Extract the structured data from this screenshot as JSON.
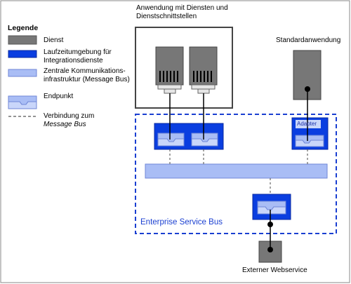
{
  "legend": {
    "title": "Legende",
    "items": [
      {
        "key": "service",
        "label": "Dienst"
      },
      {
        "key": "runtime",
        "label": "Laufzeitumgebung  für Integrationsdienste"
      },
      {
        "key": "infra",
        "label": "Zentrale Kommunikations-infrastruktur (Message Bus)"
      },
      {
        "key": "endpoint",
        "label": "Endpunkt"
      },
      {
        "key": "connection",
        "label": "Verbindung zum",
        "label_italic": "Message Bus"
      }
    ]
  },
  "app_with_services": {
    "title": "Anwendung mit Diensten und Dienstschnittstellen"
  },
  "standard_app": {
    "title": "Standardanwendung"
  },
  "adapter": {
    "label": "Adapter"
  },
  "esb": {
    "label": "Enterprise Service Bus"
  },
  "external": {
    "label": "Externer Webservice"
  },
  "colors": {
    "service_gray": "#777777",
    "runtime_blue": "#0a3ee0",
    "bus_light_blue": "#a9bdf5",
    "esb_border": "#1a3fd1"
  }
}
